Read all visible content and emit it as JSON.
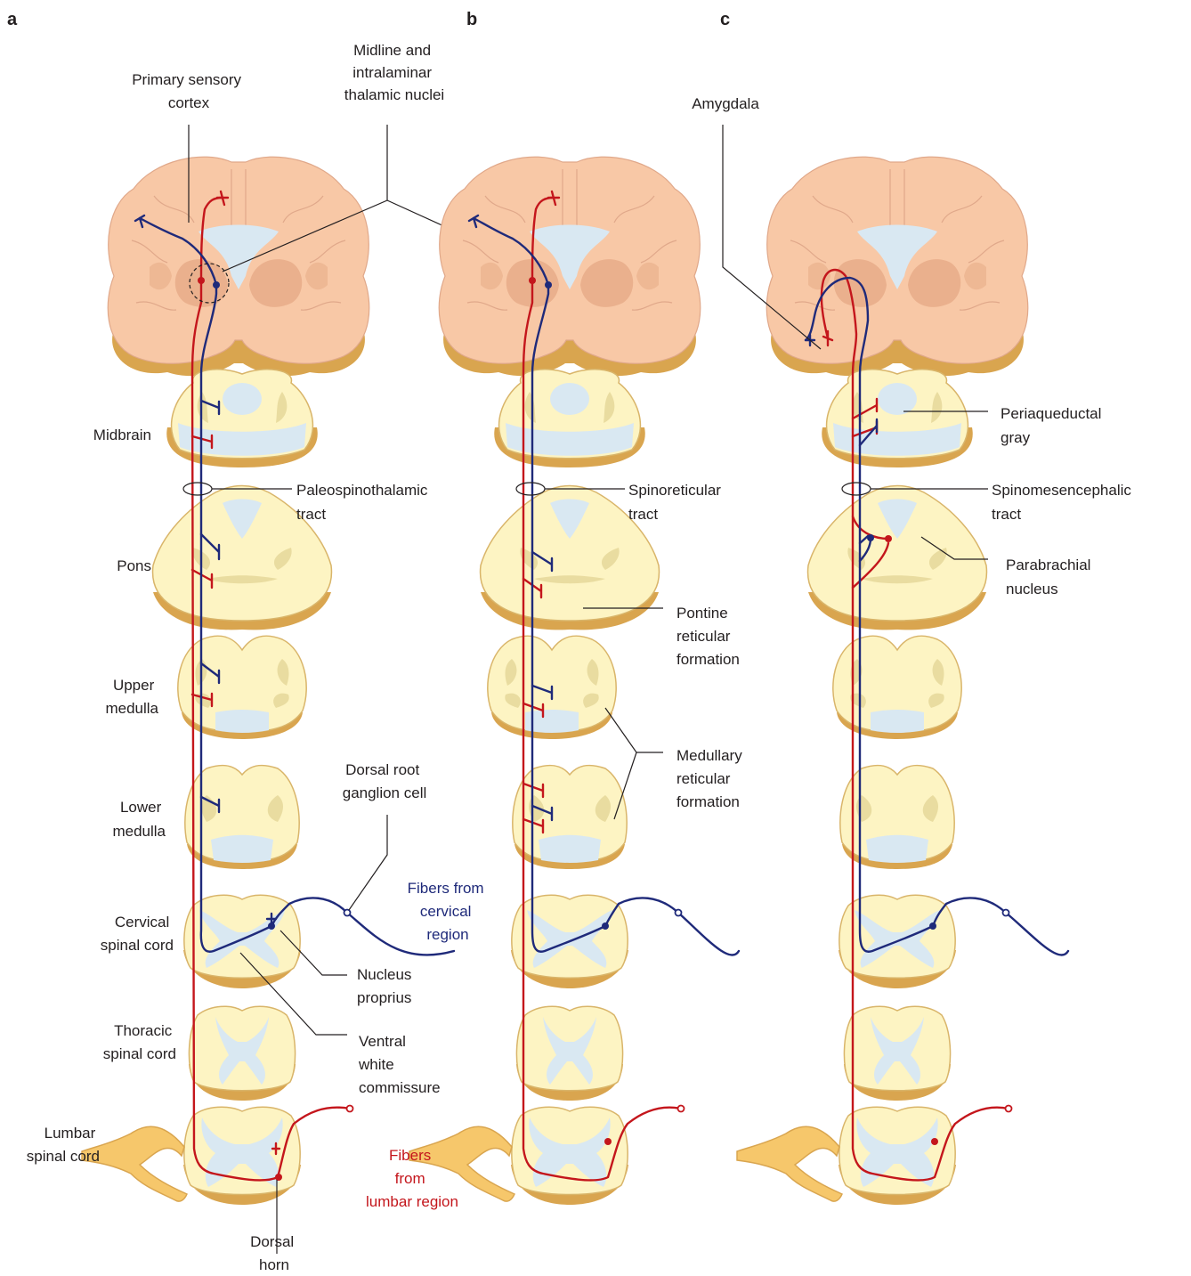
{
  "panels": [
    {
      "letter": "a"
    },
    {
      "letter": "b"
    },
    {
      "letter": "c"
    }
  ],
  "labels": {
    "primary_sensory_cortex": [
      "Primary sensory",
      "cortex"
    ],
    "midline_thalamic": [
      "Midline and",
      "intralaminar",
      "thalamic nuclei"
    ],
    "amygdala": "Amygdala",
    "midbrain": "Midbrain",
    "pons": "Pons",
    "upper_medulla": [
      "Upper",
      "medulla"
    ],
    "lower_medulla": [
      "Lower",
      "medulla"
    ],
    "cervical_spinal_cord": [
      "Cervical",
      "spinal cord"
    ],
    "thoracic_spinal_cord": [
      "Thoracic",
      "spinal cord"
    ],
    "lumbar_spinal_cord": [
      "Lumbar",
      "spinal cord"
    ],
    "paleospinothalamic": [
      "Paleospinothalamic",
      "tract"
    ],
    "spinoreticular": [
      "Spinoreticular",
      "tract"
    ],
    "spinomesencephalic": [
      "Spinomesencephalic",
      "tract"
    ],
    "periaqueductal_gray": [
      "Periaqueductal",
      "gray"
    ],
    "parabrachial_nucleus": [
      "Parabrachial",
      "nucleus"
    ],
    "pontine_reticular": [
      "Pontine",
      "reticular",
      "formation"
    ],
    "medullary_reticular": [
      "Medullary",
      "reticular",
      "formation"
    ],
    "dorsal_root_ganglion": [
      "Dorsal root",
      "ganglion cell"
    ],
    "fibers_cervical": [
      "Fibers from",
      "cervical",
      "region"
    ],
    "fibers_lumbar": [
      "Fibers",
      "from",
      "lumbar region"
    ],
    "nucleus_proprius": [
      "Nucleus",
      "proprius"
    ],
    "ventral_white_commissure": [
      "Ventral",
      "white",
      "commissure"
    ],
    "dorsal_horn": [
      "Dorsal",
      "horn"
    ]
  },
  "colors": {
    "lumbar_fibers": "#c4161c",
    "cervical_fibers": "#1f2a7a",
    "brain_tissue": "#f8c8a6",
    "brainstem_tissue": "#fdf4c3",
    "ventricles": "#d9e8f2",
    "rim": "#d9a54f"
  }
}
